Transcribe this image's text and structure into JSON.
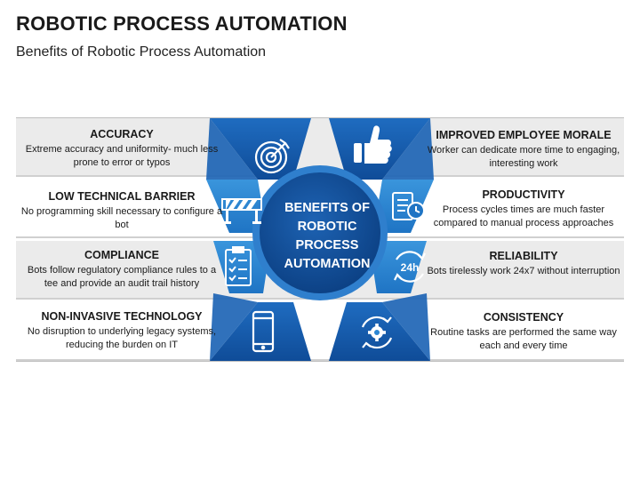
{
  "title": "ROBOTIC PROCESS AUTOMATION",
  "subtitle": "Benefits of Robotic Process Automation",
  "center": {
    "lines": [
      "BENEFITS OF",
      "ROBOTIC",
      "PROCESS",
      "AUTOMATION"
    ]
  },
  "left_items": [
    {
      "title": "ACCURACY",
      "desc": "Extreme accuracy and uniformity- much less prone to error or typos",
      "icon": "target-icon"
    },
    {
      "title": "LOW TECHNICAL BARRIER",
      "desc": "No programming skill necessary to configure a bot",
      "icon": "barrier-icon"
    },
    {
      "title": "COMPLIANCE",
      "desc": "Bots follow regulatory compliance rules to a tee and provide an audit trail history",
      "icon": "checklist-icon"
    },
    {
      "title": "NON-INVASIVE TECHNOLOGY",
      "desc": "No disruption to underlying legacy systems, reducing the burden on IT",
      "icon": "smartphone-icon"
    }
  ],
  "right_items": [
    {
      "title": "IMPROVED EMPLOYEE MORALE",
      "desc": "Worker can dedicate more time to engaging, interesting work",
      "icon": "thumbs-up-icon"
    },
    {
      "title": "PRODUCTIVITY",
      "desc": "Process cycles times are much faster compared to manual process approaches",
      "icon": "document-clock-icon"
    },
    {
      "title": "RELIABILITY",
      "desc": "Bots tirelessly work 24x7 without interruption",
      "icon": "24h-icon",
      "icon_text": "24h"
    },
    {
      "title": "CONSISTENCY",
      "desc": "Routine tasks are performed the same way each and every time",
      "icon": "gear-cycle-icon"
    }
  ],
  "colors": {
    "dark_blue": "#1656a6",
    "mid_blue": "#2b86d4",
    "light_blue": "#4aa3e6",
    "circle": "#0e4a94",
    "band_gray": "#ebebeb"
  }
}
